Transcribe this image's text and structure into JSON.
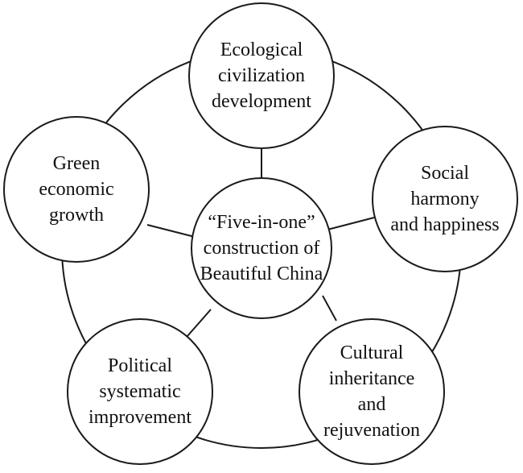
{
  "diagram": {
    "center": {
      "lines": [
        "“Five-in-one”",
        "construction of",
        "Beautiful China"
      ]
    },
    "nodes": [
      {
        "id": "ecological",
        "lines": [
          "Ecological",
          "civilization",
          "development"
        ]
      },
      {
        "id": "social",
        "lines": [
          "Social",
          "harmony",
          "and happiness"
        ]
      },
      {
        "id": "cultural",
        "lines": [
          "Cultural",
          "inheritance",
          "and",
          "rejuvenation"
        ]
      },
      {
        "id": "political",
        "lines": [
          "Political",
          "systematic",
          "improvement"
        ]
      },
      {
        "id": "green",
        "lines": [
          "Green",
          "economic",
          "growth"
        ]
      }
    ],
    "colors": {
      "stroke": "#1a1a1a",
      "fill": "#ffffff",
      "text": "#111111"
    }
  }
}
